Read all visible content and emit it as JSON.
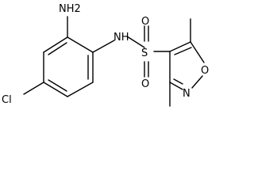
{
  "molecule": {
    "atoms": {
      "amine_group": "NH2",
      "sulfonamide_nh": "NH",
      "sulfur": "S",
      "oxygen_upper": "O",
      "oxygen_lower": "O",
      "chlorine": "Cl",
      "ring_oxygen": "O",
      "ring_nitrogen": "N"
    }
  }
}
